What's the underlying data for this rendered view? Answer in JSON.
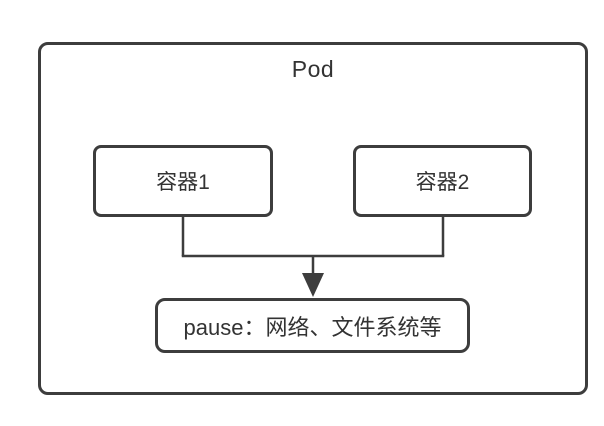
{
  "diagram": {
    "pod_label": "Pod",
    "containers": [
      {
        "label": "容器1"
      },
      {
        "label": "容器2"
      }
    ],
    "pause_label": "pause：网络、文件系统等"
  },
  "colors": {
    "line": "#3d3d3d",
    "text": "#333333",
    "background": "#ffffff"
  }
}
